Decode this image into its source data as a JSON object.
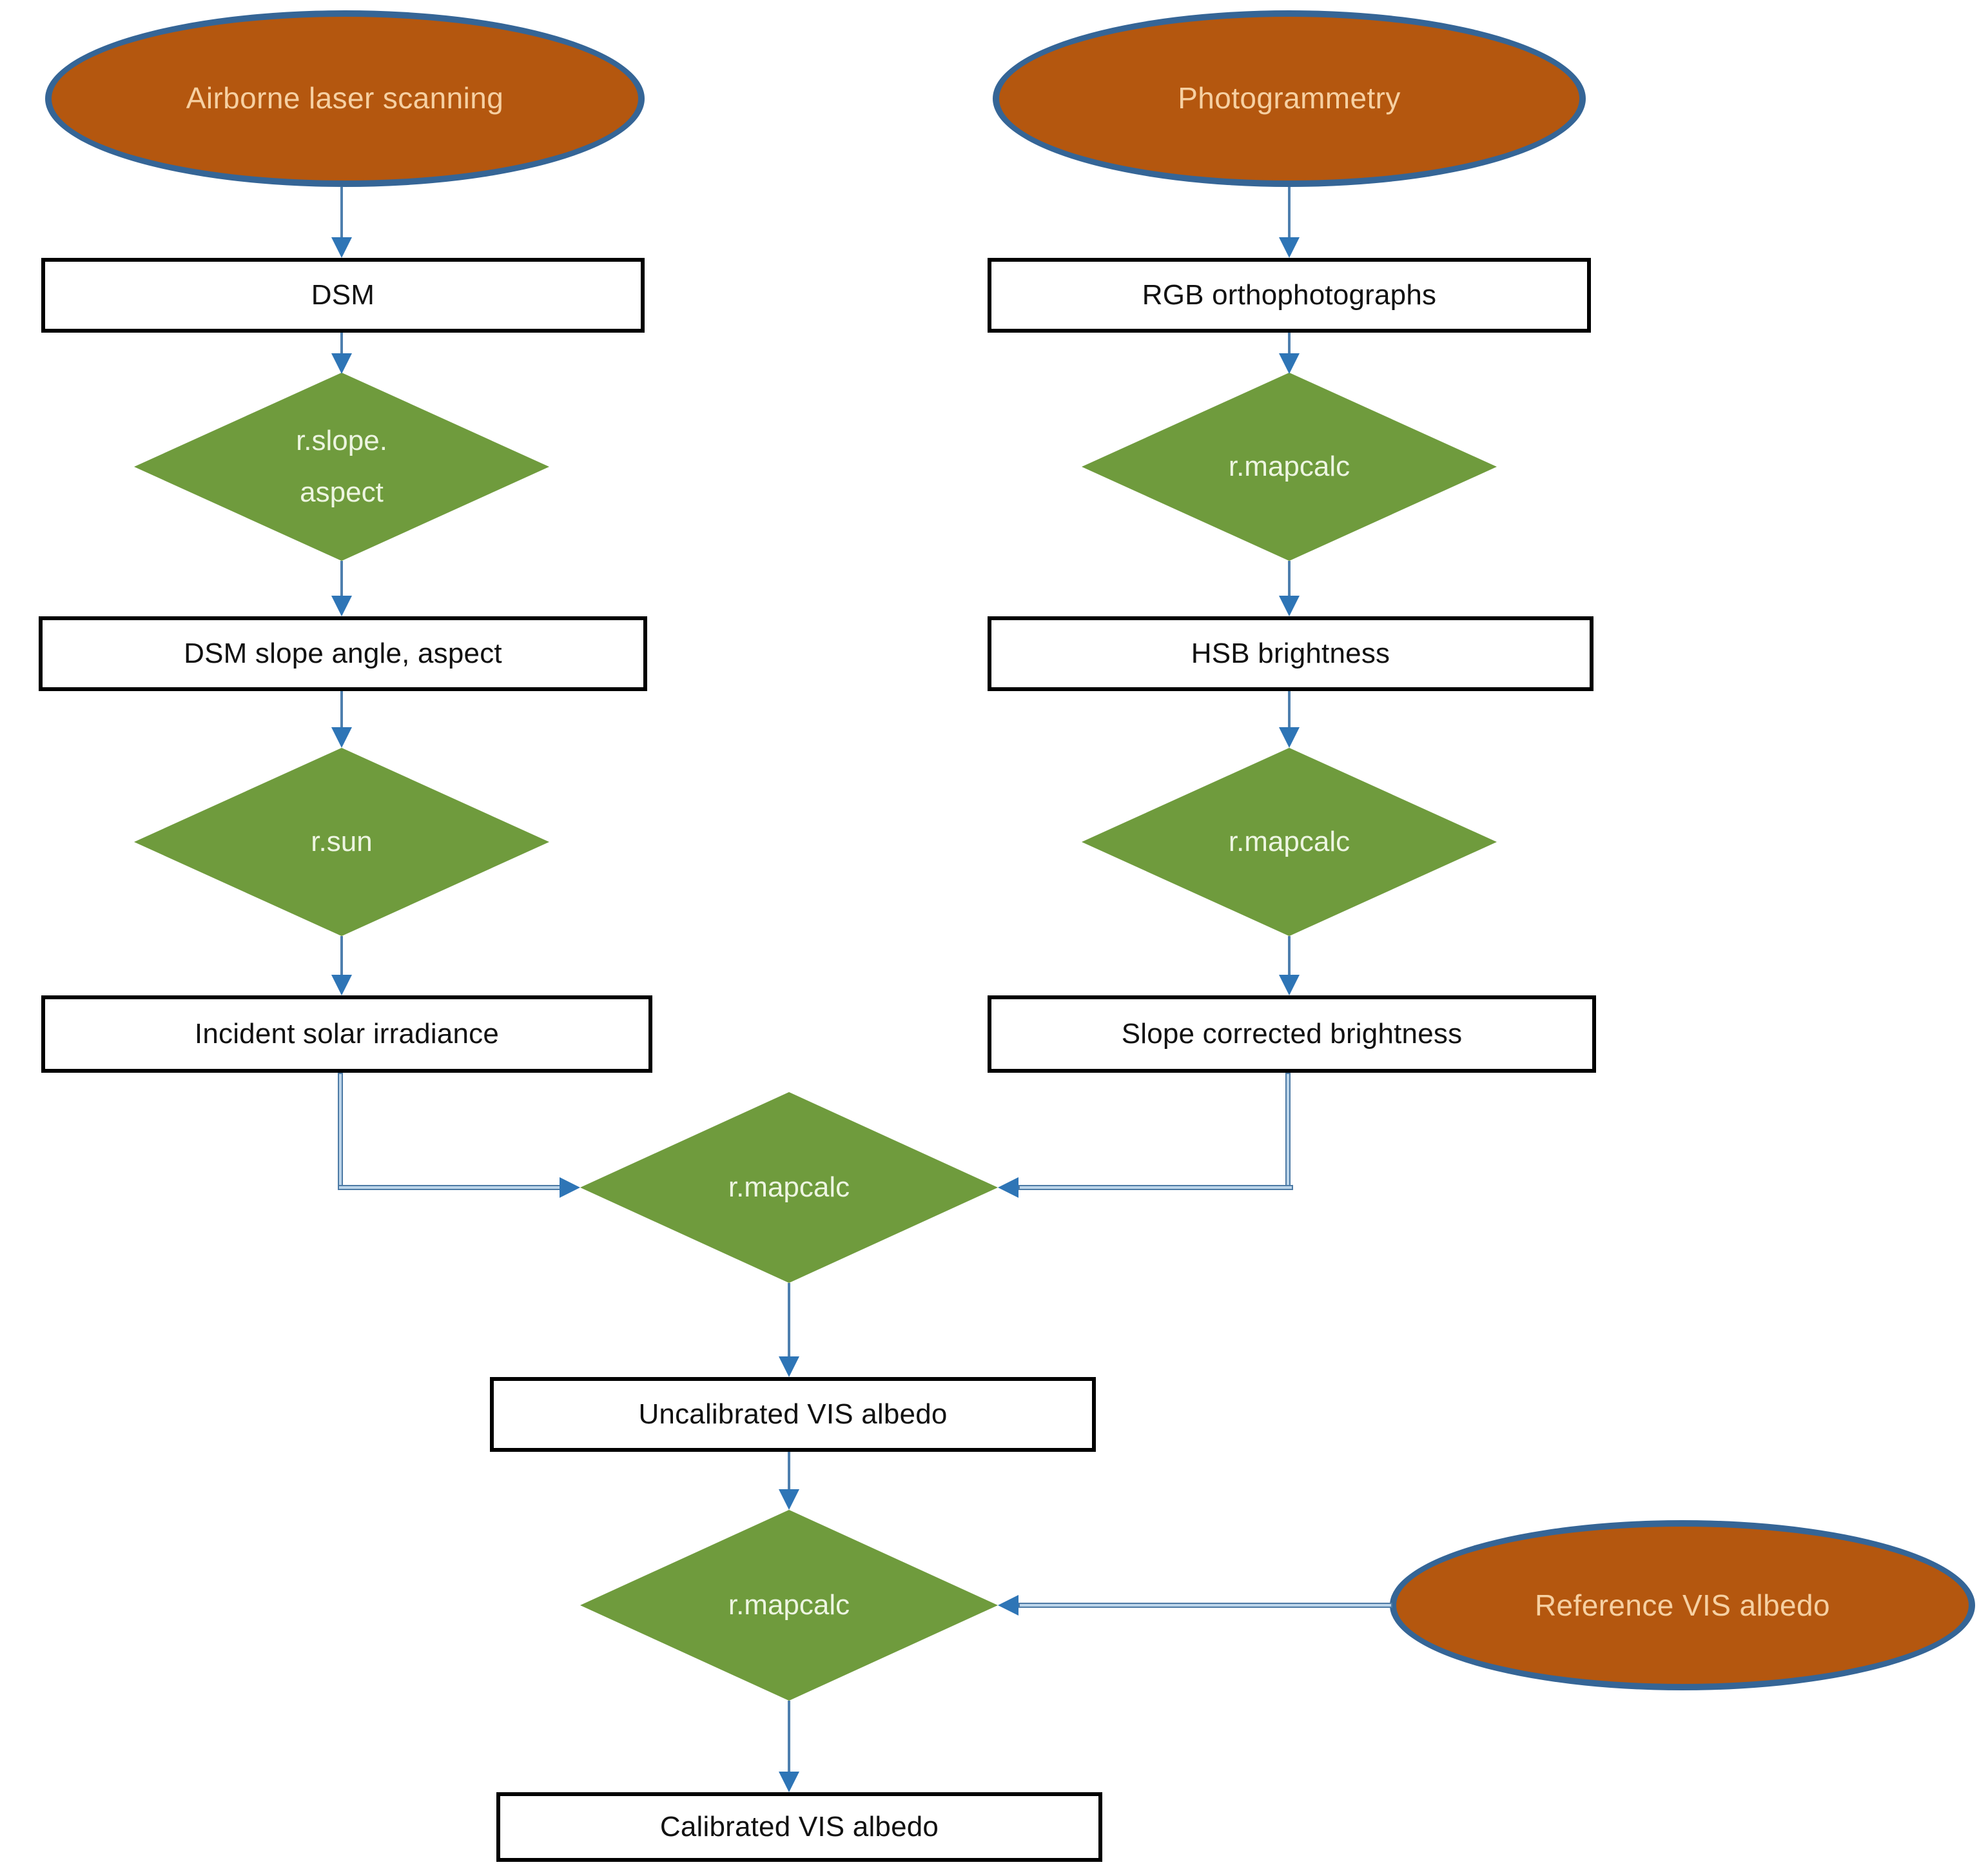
{
  "diagram": {
    "type": "flowchart",
    "background": "#ffffff",
    "colors": {
      "terminator_fill": "#b4570f",
      "terminator_border": "#356596",
      "terminator_text": "#f6d0a2",
      "operation_fill": "#6f9b3d",
      "operation_text": "#edf5e1",
      "process_fill": "#ffffff",
      "process_border": "#000000",
      "process_text": "#111111",
      "connector_line": "#4e7fae",
      "elbow_line_fill": "#bcd5ea",
      "elbow_line_edge": "#4d7aa5",
      "arrowhead": "#2e75b6"
    },
    "nodes": [
      {
        "id": "airborne-laser-scanning",
        "shape": "terminator",
        "label": "Airborne laser scanning"
      },
      {
        "id": "dsm",
        "shape": "process",
        "label": "DSM"
      },
      {
        "id": "r-slope-aspect",
        "shape": "operation",
        "label": "r.slope. aspect",
        "line1": "r.slope.",
        "line2": "aspect"
      },
      {
        "id": "dsm-slope-angle-aspect",
        "shape": "process",
        "label": "DSM slope angle, aspect"
      },
      {
        "id": "r-sun",
        "shape": "operation",
        "label": "r.sun"
      },
      {
        "id": "incident-solar-irradiance",
        "shape": "process",
        "label": "Incident solar irradiance"
      },
      {
        "id": "photogrammetry",
        "shape": "terminator",
        "label": "Photogrammetry"
      },
      {
        "id": "rgb-orthophotographs",
        "shape": "process",
        "label": "RGB orthophotographs"
      },
      {
        "id": "r-mapcalc-1",
        "shape": "operation",
        "label": "r.mapcalc"
      },
      {
        "id": "hsb-brightness",
        "shape": "process",
        "label": "HSB brightness"
      },
      {
        "id": "r-mapcalc-2",
        "shape": "operation",
        "label": "r.mapcalc"
      },
      {
        "id": "slope-corrected-brightness",
        "shape": "process",
        "label": "Slope corrected brightness"
      },
      {
        "id": "r-mapcalc-3",
        "shape": "operation",
        "label": "r.mapcalc"
      },
      {
        "id": "uncalibrated-vis-albedo",
        "shape": "process",
        "label": "Uncalibrated VIS albedo"
      },
      {
        "id": "r-mapcalc-4",
        "shape": "operation",
        "label": "r.mapcalc"
      },
      {
        "id": "reference-vis-albedo",
        "shape": "terminator",
        "label": "Reference VIS albedo"
      },
      {
        "id": "calibrated-vis-albedo",
        "shape": "process",
        "label": "Calibrated VIS albedo"
      }
    ],
    "edges": [
      {
        "from": "airborne-laser-scanning",
        "to": "dsm"
      },
      {
        "from": "dsm",
        "to": "r-slope-aspect"
      },
      {
        "from": "r-slope-aspect",
        "to": "dsm-slope-angle-aspect"
      },
      {
        "from": "dsm-slope-angle-aspect",
        "to": "r-sun"
      },
      {
        "from": "r-sun",
        "to": "incident-solar-irradiance"
      },
      {
        "from": "incident-solar-irradiance",
        "to": "r-mapcalc-3"
      },
      {
        "from": "photogrammetry",
        "to": "rgb-orthophotographs"
      },
      {
        "from": "rgb-orthophotographs",
        "to": "r-mapcalc-1"
      },
      {
        "from": "r-mapcalc-1",
        "to": "hsb-brightness"
      },
      {
        "from": "hsb-brightness",
        "to": "r-mapcalc-2"
      },
      {
        "from": "r-mapcalc-2",
        "to": "slope-corrected-brightness"
      },
      {
        "from": "slope-corrected-brightness",
        "to": "r-mapcalc-3"
      },
      {
        "from": "r-mapcalc-3",
        "to": "uncalibrated-vis-albedo"
      },
      {
        "from": "uncalibrated-vis-albedo",
        "to": "r-mapcalc-4"
      },
      {
        "from": "reference-vis-albedo",
        "to": "r-mapcalc-4"
      },
      {
        "from": "r-mapcalc-4",
        "to": "calibrated-vis-albedo"
      }
    ]
  }
}
